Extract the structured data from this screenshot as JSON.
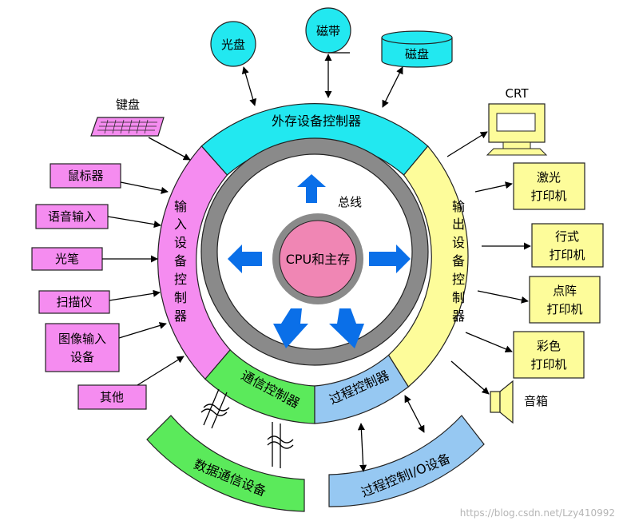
{
  "center": {
    "label": "CPU和主存",
    "bus_label": "总线"
  },
  "controllers": {
    "external_storage": "外存设备控制器",
    "input": [
      "输",
      "入",
      "设",
      "备",
      "控",
      "制",
      "器"
    ],
    "output": [
      "输",
      "出",
      "设",
      "备",
      "控",
      "制",
      "器"
    ],
    "communication": "通信控制器",
    "process": "过程控制器"
  },
  "storage_devices": {
    "optical_disk": "光盘",
    "tape": "磁带",
    "magnetic_disk": "磁盘"
  },
  "input_devices": {
    "keyboard": "键盘",
    "mouse": "鼠标器",
    "voice": "语音输入",
    "light_pen": "光笔",
    "scanner": "扫描仪",
    "image_input": [
      "图像输入",
      "设备"
    ],
    "other": "其他"
  },
  "output_devices": {
    "crt": "CRT",
    "laser_printer": [
      "激光",
      "打印机"
    ],
    "line_printer": [
      "行式",
      "打印机"
    ],
    "dot_matrix_printer": [
      "点阵",
      "打印机"
    ],
    "color_printer": [
      "彩色",
      "打印机"
    ],
    "speaker": "音箱"
  },
  "bands": {
    "data_comm": "数据通信设备",
    "process_io": "过程控制I/O设备"
  },
  "watermark": "https://blog.csdn.net/Lzy410992",
  "colors": {
    "cyan": "#22e8f0",
    "magenta": "#f58cf0",
    "yellow": "#fdfc9a",
    "green": "#5bea5b",
    "blue": "#96c8f2",
    "gray_ring": "#8a8a8a",
    "core": "#f086b4",
    "arrow_blue": "#0a6fe8"
  }
}
